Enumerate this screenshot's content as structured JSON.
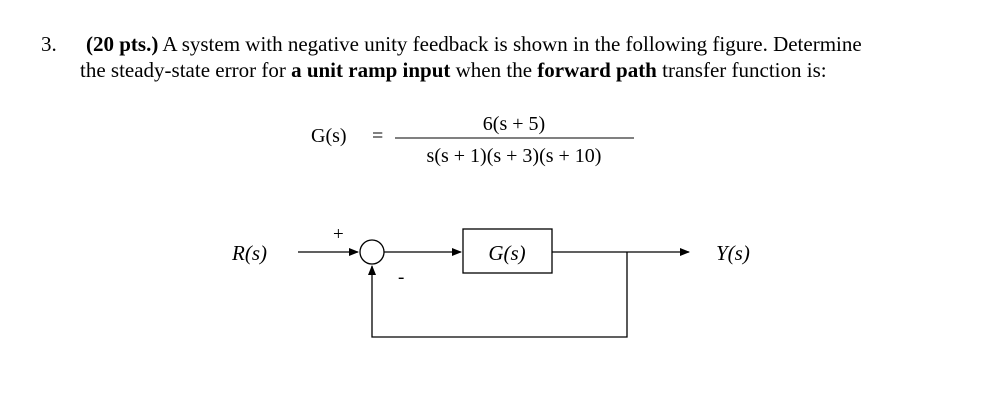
{
  "problem": {
    "number": "3.",
    "points": "(20 pts.)",
    "line1_rest": " A system with negative unity feedback is shown in the following figure.  Determine",
    "line2_a": "the steady-state error for ",
    "line2_bold1": "a unit ramp input",
    "line2_b": " when the ",
    "line2_bold2": "forward path",
    "line2_c": " transfer function is:"
  },
  "equation": {
    "lhs": "G(s)",
    "equals": "=",
    "numerator": "6(s + 5)",
    "denominator": "s(s + 1)(s + 3)(s + 10)"
  },
  "diagram": {
    "input_label": "R(s)",
    "plus_sign": "+",
    "minus_sign": "-",
    "block_label": "G(s)",
    "output_label": "Y(s)"
  }
}
